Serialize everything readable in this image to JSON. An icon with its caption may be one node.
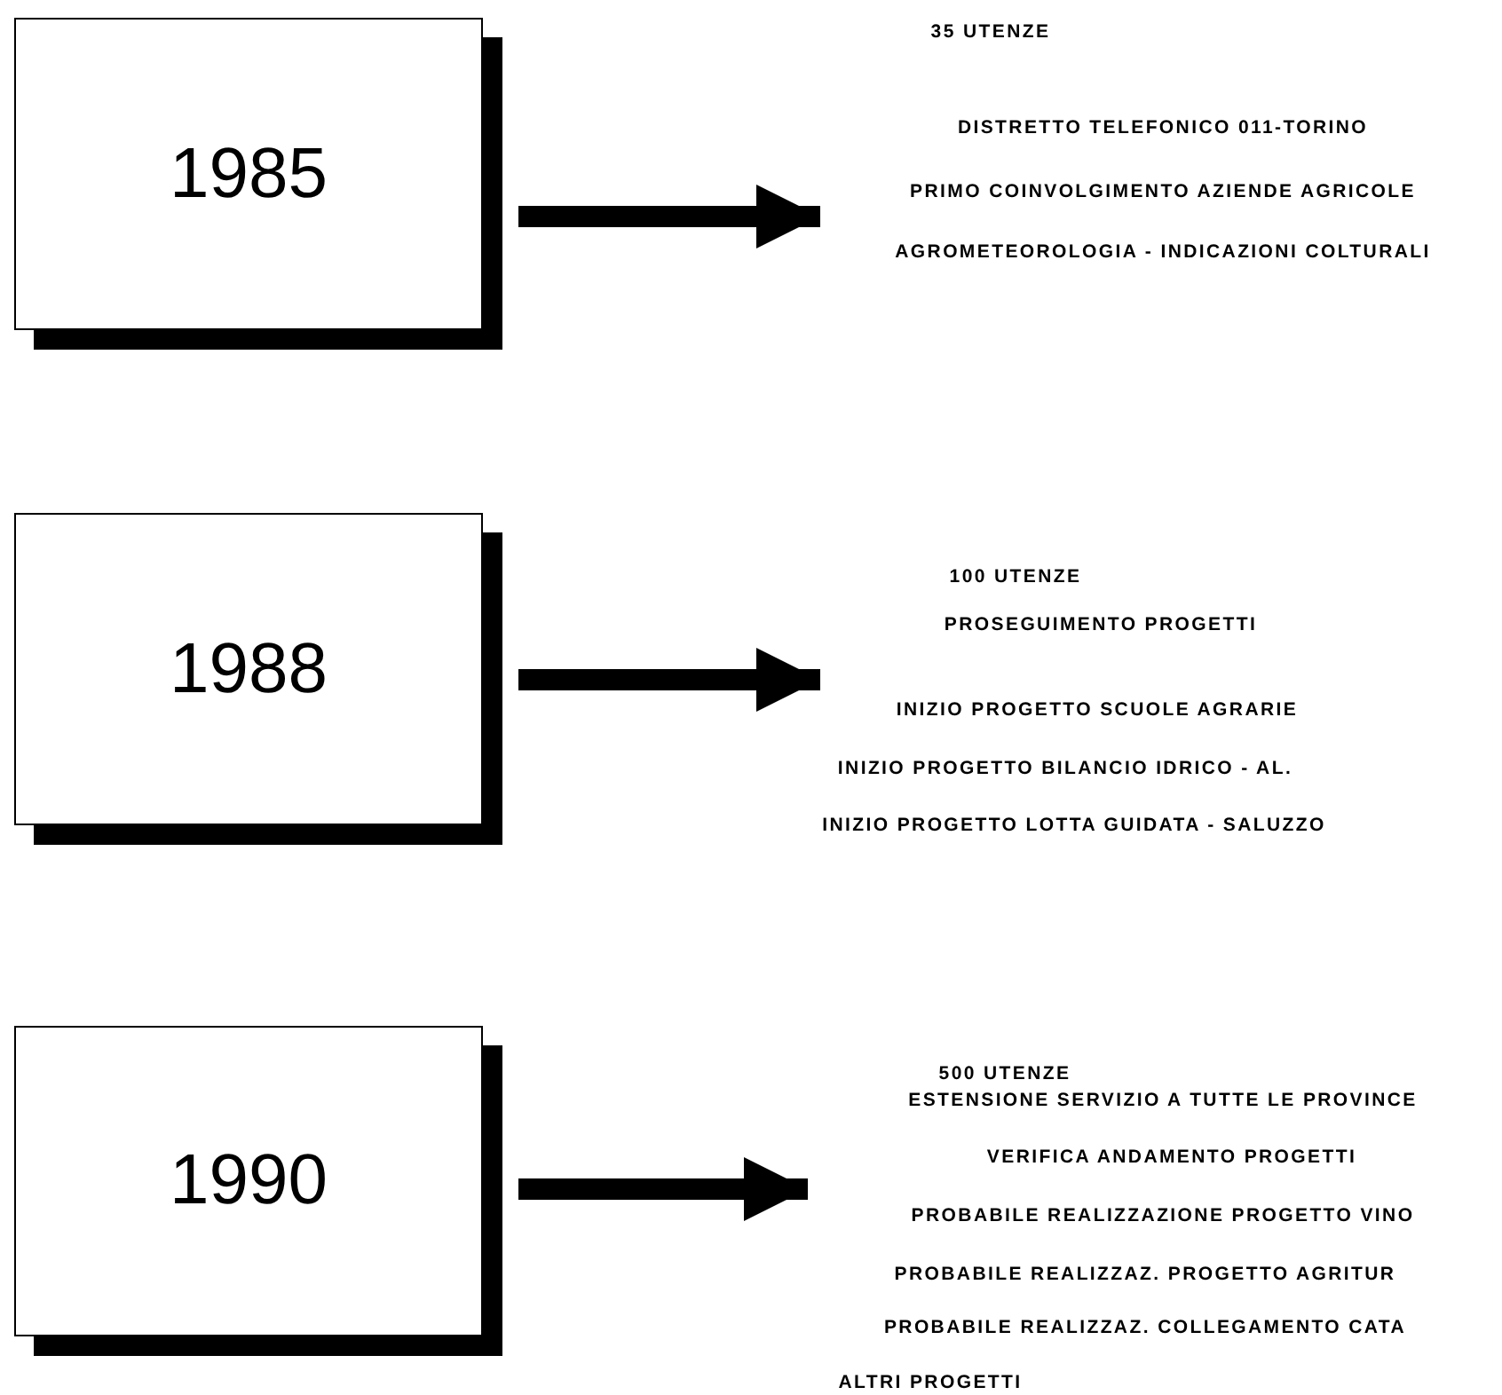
{
  "diagram": {
    "nodes": [
      {
        "text": [
          "1985"
        ]
      },
      {
        "text": [
          "35 UTENZE",
          "DISTRETTO TELEFONICO 011-TORINO",
          "PRIMO COINVOLGIMENTO AZIENDE AGRICOLE",
          "AGROMETEOROLOGIA - INDICAZIONI COLTURALI"
        ]
      },
      {
        "text": [
          "1988"
        ]
      },
      {
        "text": [
          "100 UTENZE",
          "PROSEGUIMENTO PROGETTI",
          "INIZIO PROGETTO SCUOLE AGRARIE",
          "INIZIO PROGETTO BILANCIO IDRICO - AL.",
          "INIZIO PROGETTO LOTTA GUIDATA - SALUZZO"
        ]
      },
      {
        "text": [
          "1990"
        ]
      },
      {
        "text": [
          "500 UTENZE",
          "ESTENSIONE SERVIZIO A TUTTE LE PROVINCE",
          "VERIFICA ANDAMENTO PROGETTI",
          "PROBABILE REALIZZAZIONE PROGETTO VINO",
          "PROBABILE REALIZZAZ. PROGETTO AGRITUR",
          "PROBABILE REALIZZAZ. COLLEGAMENTO CATA",
          "ALTRI PROGETTI"
        ]
      }
    ],
    "edges": [
      {
        "from": 0,
        "to": 1,
        "arrow": "to"
      },
      {
        "from": 2,
        "to": 3,
        "arrow": "to"
      },
      {
        "from": 4,
        "to": 5,
        "arrow": "to"
      }
    ]
  }
}
